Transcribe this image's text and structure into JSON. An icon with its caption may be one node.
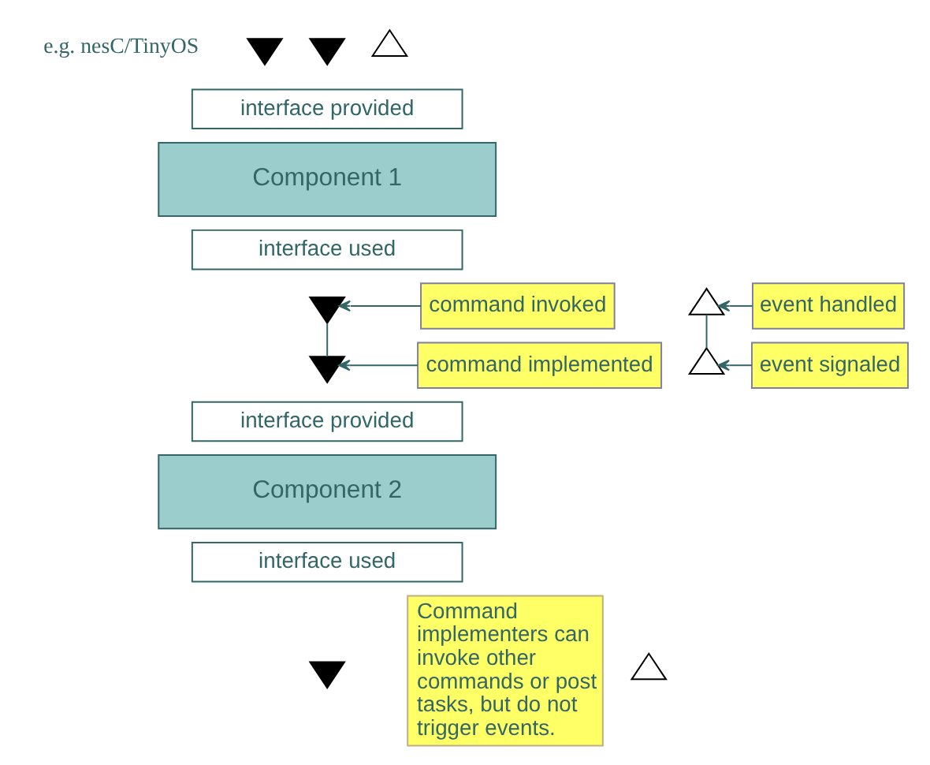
{
  "diagram": {
    "nodes": [
      {
        "text": [],
        "shape": "triangle"
      },
      {
        "text": [],
        "shape": "triangle"
      },
      {
        "text": [],
        "shape": "triangle"
      },
      {
        "text": [
          "interface provided"
        ]
      },
      {
        "text": [
          "Component 1"
        ]
      },
      {
        "text": [
          "interface used"
        ]
      },
      {
        "text": [
          "command invoked"
        ]
      },
      {
        "text": [],
        "shape": "triangle"
      },
      {
        "text": [],
        "shape": "triangle"
      },
      {
        "text": [
          "event handled"
        ]
      },
      {
        "text": [
          "command implemented"
        ]
      },
      {
        "text": [],
        "shape": "triangle"
      },
      {
        "text": [],
        "shape": "triangle"
      },
      {
        "text": [
          "event signaled"
        ]
      },
      {
        "text": [
          "interface provided"
        ]
      },
      {
        "text": [
          "Component 2"
        ]
      },
      {
        "text": [
          "interface used"
        ]
      },
      {
        "text": [
          "Command implementers can invoke other commands or post tasks, but do not trigger events."
        ]
      },
      {
        "text": [],
        "shape": "triangle"
      },
      {
        "text": [],
        "shape": "triangle"
      }
    ],
    "edges": [
      {
        "from": 6,
        "to": 7,
        "arrow": "to"
      },
      {
        "from": 9,
        "to": 8,
        "arrow": "to"
      },
      {
        "from": 10,
        "to": 11,
        "arrow": "to"
      },
      {
        "from": 13,
        "to": 12,
        "arrow": "to"
      },
      {
        "from": 7,
        "to": 11,
        "arrow": "none"
      },
      {
        "from": 8,
        "to": 12,
        "arrow": "none"
      }
    ],
    "labels": [
      "e.g. nesC/TinyOS"
    ]
  }
}
